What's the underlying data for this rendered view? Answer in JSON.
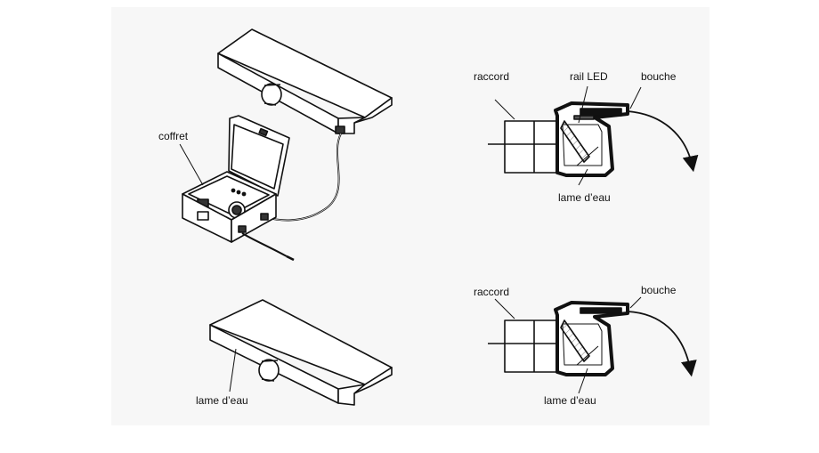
{
  "labels": {
    "coffret": "coffret",
    "lame_top_right": "lame d’eau",
    "raccord_top": "raccord",
    "rail_led": "rail LED",
    "bouche_top": "bouche",
    "lame_bottom_left": "lame d’eau",
    "raccord_bottom": "raccord",
    "bouche_bottom": "bouche",
    "lame_bottom_right": "lame d’eau"
  }
}
